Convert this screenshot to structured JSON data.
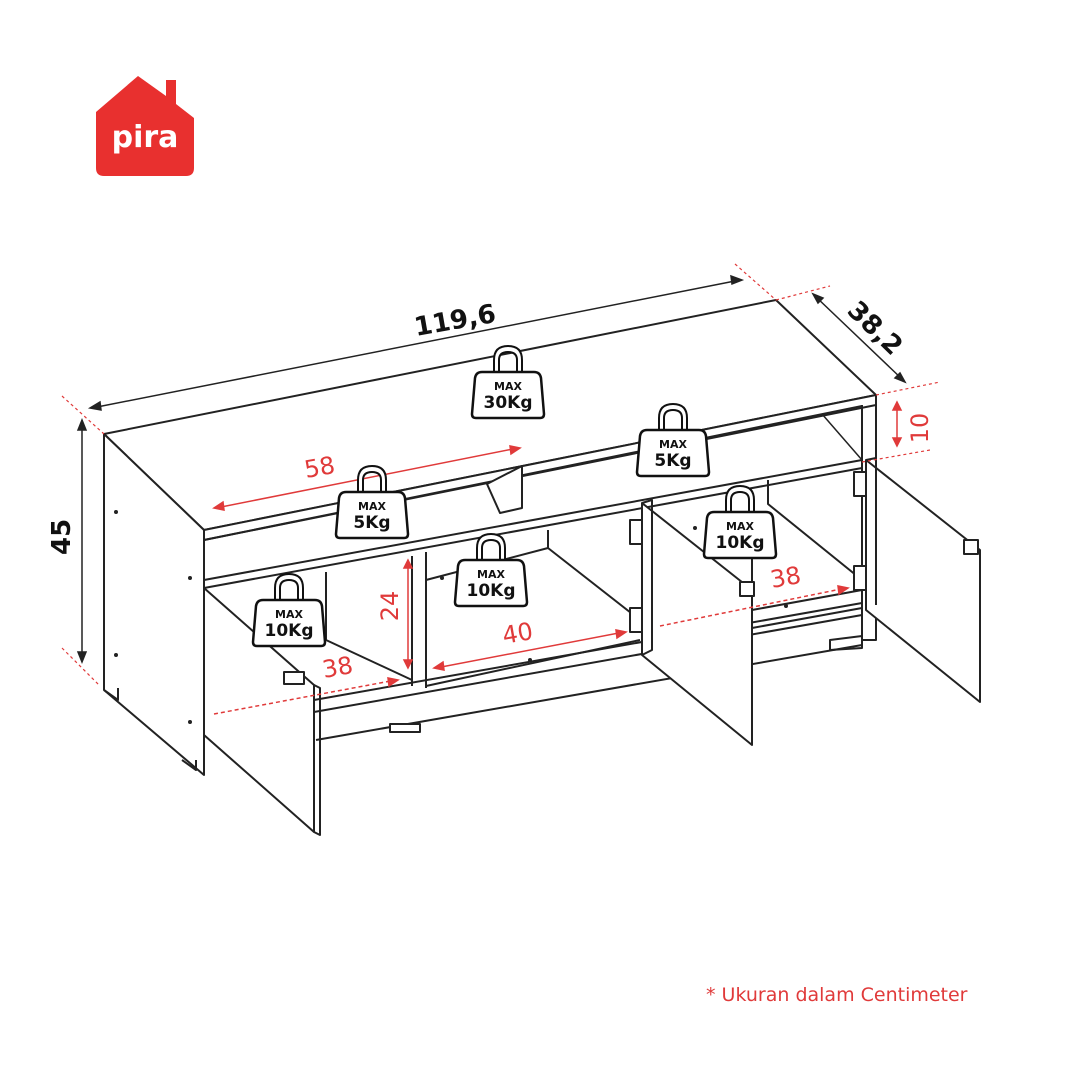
{
  "brand": {
    "name": "pira",
    "color": "#e8302f"
  },
  "dimensions": {
    "width": "119,6",
    "depth": "38,2",
    "height": "45",
    "top_gap": "10"
  },
  "interior": {
    "shelf_width": "58",
    "compartment_height": "24",
    "center_width": "40",
    "left_width": "38",
    "right_width": "38"
  },
  "weights": {
    "top": {
      "label": "MAX",
      "value": "30Kg"
    },
    "right_shelf": {
      "label": "MAX",
      "value": "5Kg"
    },
    "left_shelf": {
      "label": "MAX",
      "value": "5Kg"
    },
    "left_cabinet": {
      "label": "MAX",
      "value": "10Kg"
    },
    "center_cabinet": {
      "label": "MAX",
      "value": "10Kg"
    },
    "right_cabinet": {
      "label": "MAX",
      "value": "10Kg"
    }
  },
  "footnote": "* Ukuran dalam Centimeter",
  "colors": {
    "accent": "#e03a3a",
    "line": "#222222"
  }
}
